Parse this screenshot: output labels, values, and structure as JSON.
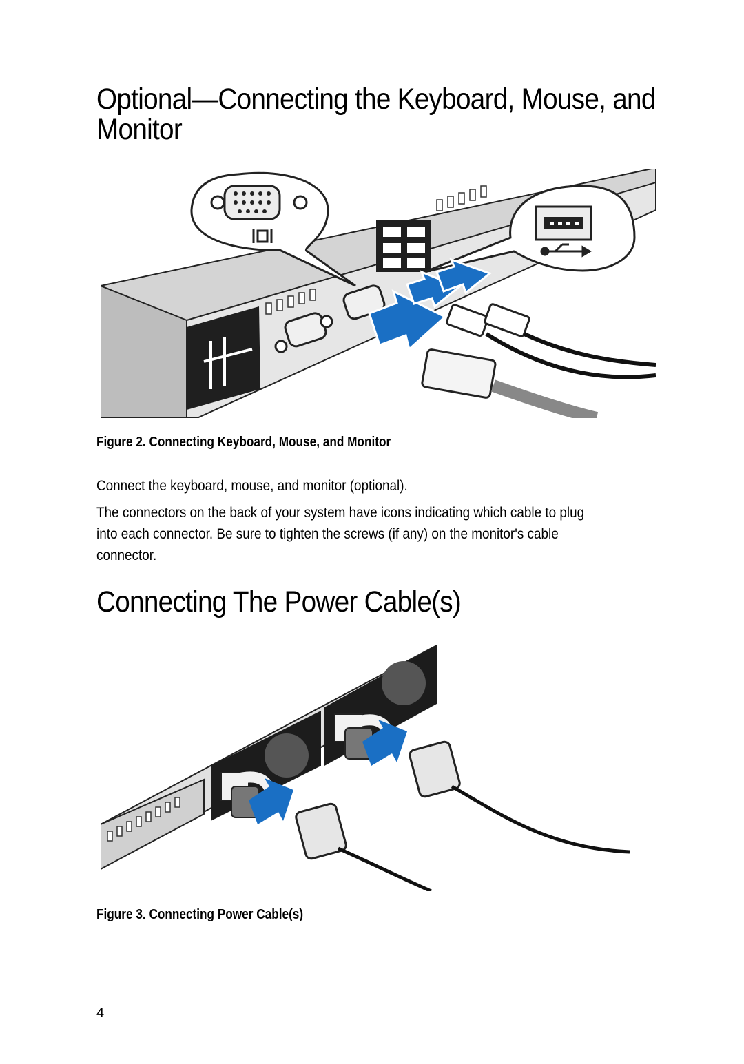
{
  "section1": {
    "heading_line1": "Optional—Connecting the Keyboard, Mouse, and",
    "heading_line2": "Monitor"
  },
  "figure2": {
    "caption": "Figure 2. Connecting Keyboard, Mouse, and Monitor",
    "icons": [
      "vga-connector-icon",
      "monitor-port-icon",
      "usb-port-icon",
      "usb-symbol-icon"
    ]
  },
  "body": {
    "paragraph1": "Connect the keyboard, mouse, and monitor (optional).",
    "paragraph2_lines": [
      "The connectors on the back of your system have icons indicating which cable to plug",
      "into each connector. Be sure to tighten the screws (if any) on the monitor's cable",
      "connector."
    ]
  },
  "section2": {
    "heading": "Connecting The Power Cable(s)"
  },
  "figure3": {
    "caption": "Figure 3. Connecting Power Cable(s)"
  },
  "page_number": "4",
  "colors": {
    "arrow_blue": "#1a6fc4",
    "text": "#000000"
  }
}
